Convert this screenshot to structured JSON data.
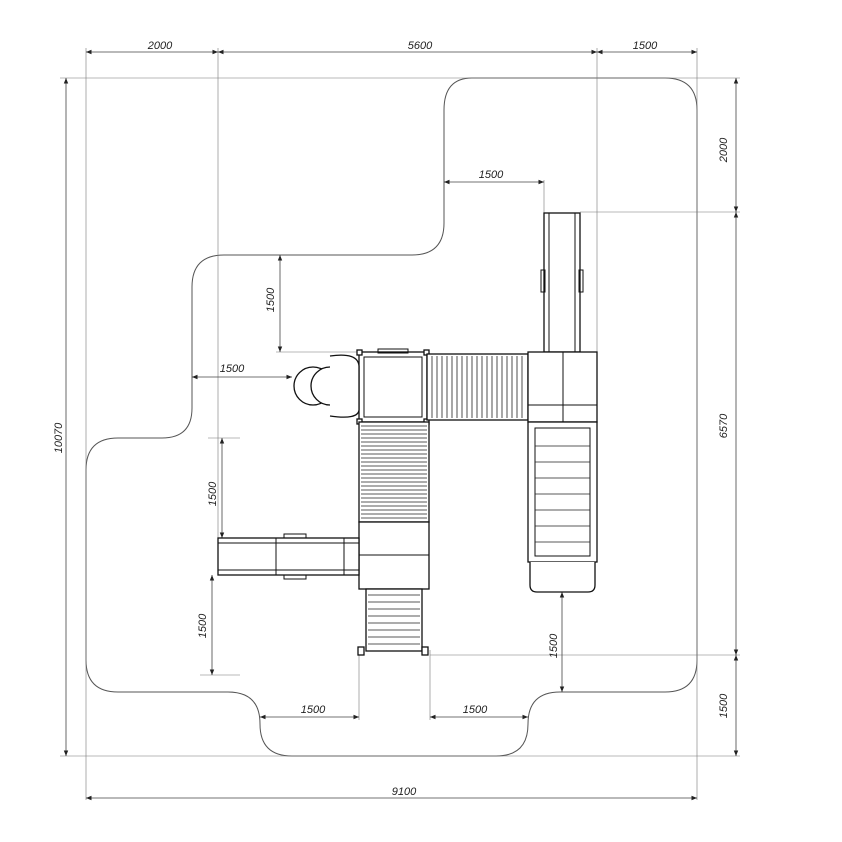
{
  "dimensions": {
    "top_left": "2000",
    "top_mid": "5600",
    "top_right": "1500",
    "right_top": "2000",
    "right_mid": "6570",
    "right_bottom": "1500",
    "left_total": "10070",
    "bottom_total": "9100",
    "inner_top_offset": "1500",
    "inner_left_vertical": "1500",
    "inner_left_horizontal": "1500",
    "slide_left_vertical": "1500",
    "slide_left_bottom": "1500",
    "bottom_left": "1500",
    "bottom_right": "1500",
    "stair_vertical": "1500"
  }
}
